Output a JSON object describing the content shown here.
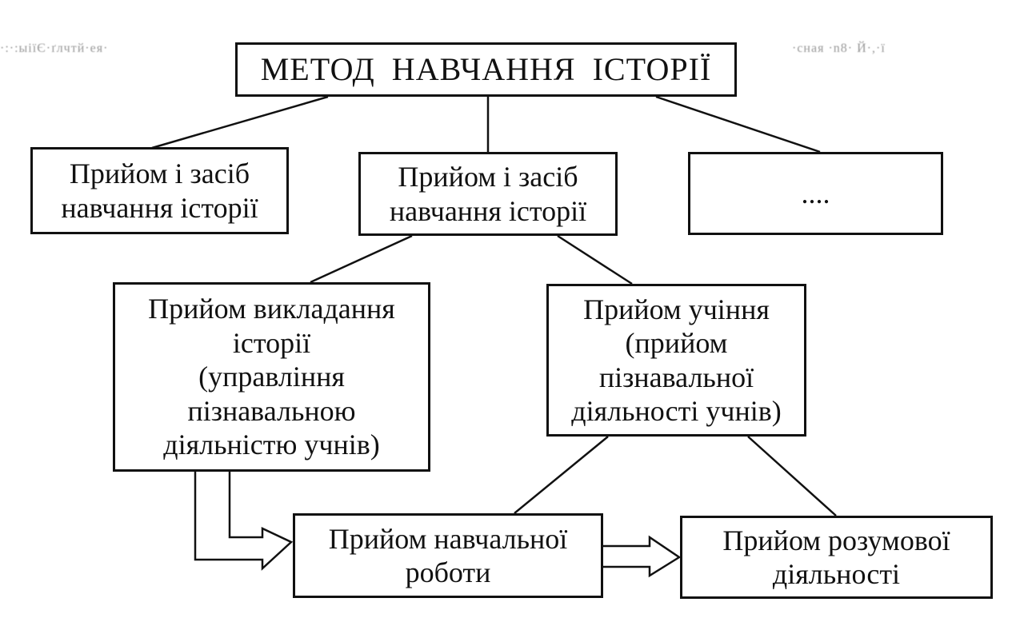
{
  "diagram": {
    "title": "МЕТОД  НАВЧАННЯ  ІСТОРІЇ",
    "nodes": {
      "left": "Прийом і засіб\nнавчання історії",
      "center": "Прийом і засіб\nнавчання історії",
      "right": "....",
      "teaching": "Прийом викладання\nісторії\n(управління\nпізнавальною\nдіяльністю учнів)",
      "learning": "Прийом учіння\n(прийом\nпізнавальної\nдіяльності учнів)",
      "study_work": "Прийом навчальної\nроботи",
      "mental_activity": "Прийом розумової\nдіяльності"
    },
    "edges": [
      {
        "from": "title",
        "to": "left",
        "type": "line"
      },
      {
        "from": "title",
        "to": "center",
        "type": "line"
      },
      {
        "from": "title",
        "to": "right",
        "type": "line"
      },
      {
        "from": "center",
        "to": "teaching",
        "type": "line"
      },
      {
        "from": "center",
        "to": "learning",
        "type": "line"
      },
      {
        "from": "learning",
        "to": "study_work",
        "type": "line"
      },
      {
        "from": "learning",
        "to": "mental_activity",
        "type": "line"
      },
      {
        "from": "teaching",
        "to": "study_work",
        "type": "double-arrow"
      },
      {
        "from": "study_work",
        "to": "mental_activity",
        "type": "double-arrow"
      }
    ]
  },
  "scan_artifacts": {
    "left": "·:·:ыіїЄ·ґлчтй·ея·",
    "right": "·сная ·n8· Й·,·ї"
  }
}
